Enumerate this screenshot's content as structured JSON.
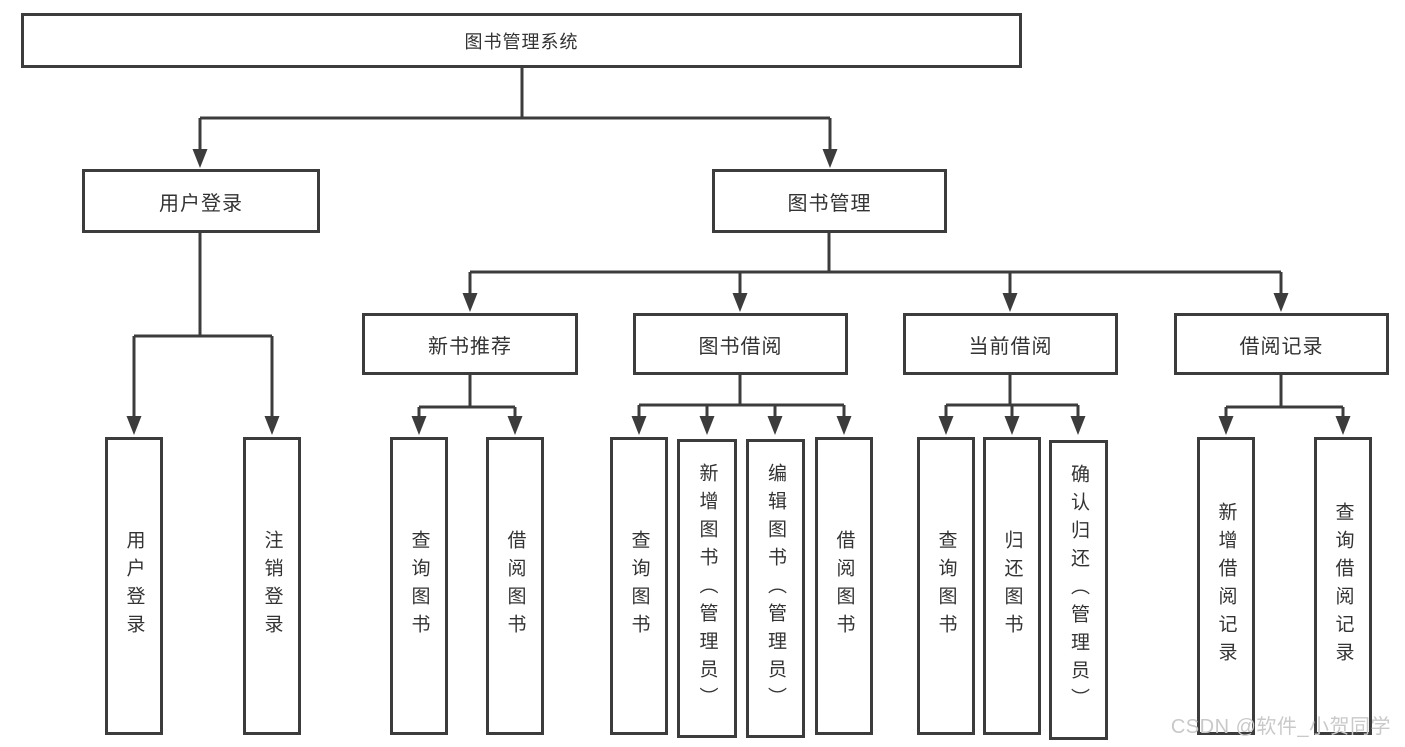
{
  "diagram": {
    "root": "图书管理系统",
    "level2": {
      "login": "用户登录",
      "management": "图书管理"
    },
    "level3": {
      "recommend": "新书推荐",
      "borrow": "图书借阅",
      "current": "当前借阅",
      "records": "借阅记录"
    },
    "leaves": {
      "login": [
        "用户登录",
        "注销登录"
      ],
      "recommend": [
        "查询图书",
        "借阅图书"
      ],
      "borrow": [
        "查询图书",
        "新增图书（管理员）",
        "编辑图书（管理员）",
        "借阅图书"
      ],
      "current": [
        "查询图书",
        "归还图书",
        "确认归还（管理员）"
      ],
      "records": [
        "新增借阅记录",
        "查询借阅记录"
      ]
    }
  },
  "watermark": "CSDN @软件_小贺同学",
  "colors": {
    "line": "#3c3c3c",
    "text": "#333333",
    "watermark": "#c9c9c9",
    "background": "#ffffff"
  }
}
